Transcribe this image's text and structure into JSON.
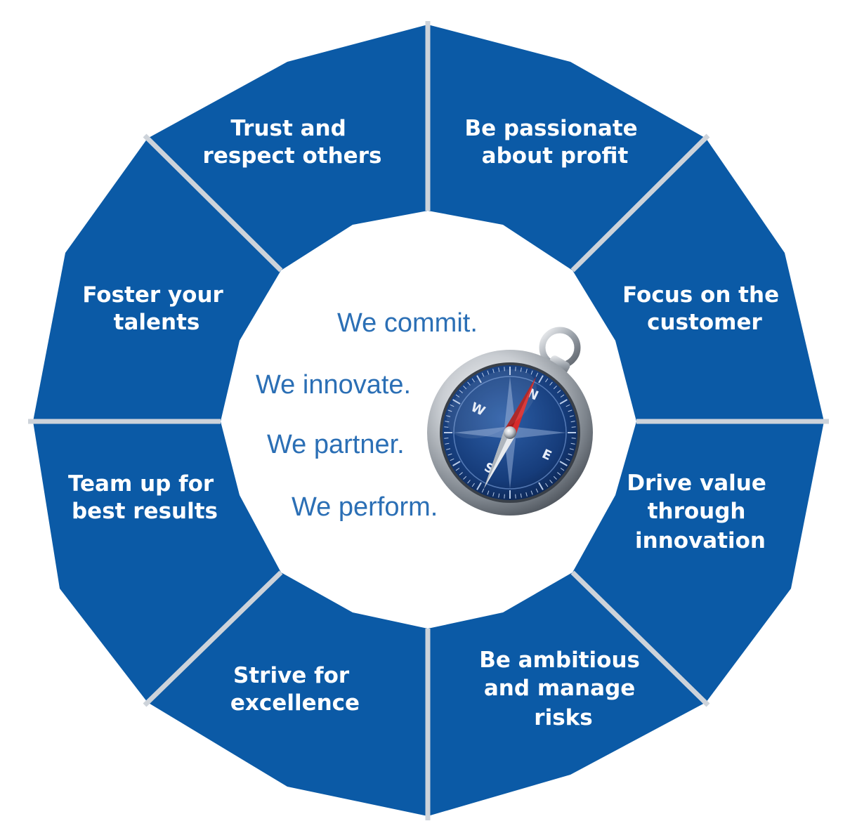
{
  "segments": [
    {
      "id": "trust",
      "lines": [
        "Trust and",
        "respect others"
      ]
    },
    {
      "id": "passion",
      "lines": [
        "Be passionate",
        "about  profit"
      ]
    },
    {
      "id": "customer",
      "lines": [
        "Focus on the",
        "customer"
      ]
    },
    {
      "id": "value",
      "lines": [
        "Drive value",
        "through",
        "innovation"
      ]
    },
    {
      "id": "ambitious",
      "lines": [
        "Be ambitious",
        "and manage",
        "risks"
      ]
    },
    {
      "id": "excellence",
      "lines": [
        "Strive for",
        "excellence"
      ]
    },
    {
      "id": "teamup",
      "lines": [
        "Team up for",
        "best results"
      ]
    },
    {
      "id": "foster",
      "lines": [
        "Foster your",
        "talents"
      ]
    }
  ],
  "mottos": [
    "We commit.",
    "We innovate.",
    "We partner.",
    "We perform."
  ],
  "compass": {
    "letters": {
      "north": "N",
      "east": "E",
      "south": "S",
      "west": "W"
    }
  },
  "colors": {
    "segment": "#0b5aa6",
    "divider": "#cdd3da",
    "motto": "#2b6fb5"
  }
}
